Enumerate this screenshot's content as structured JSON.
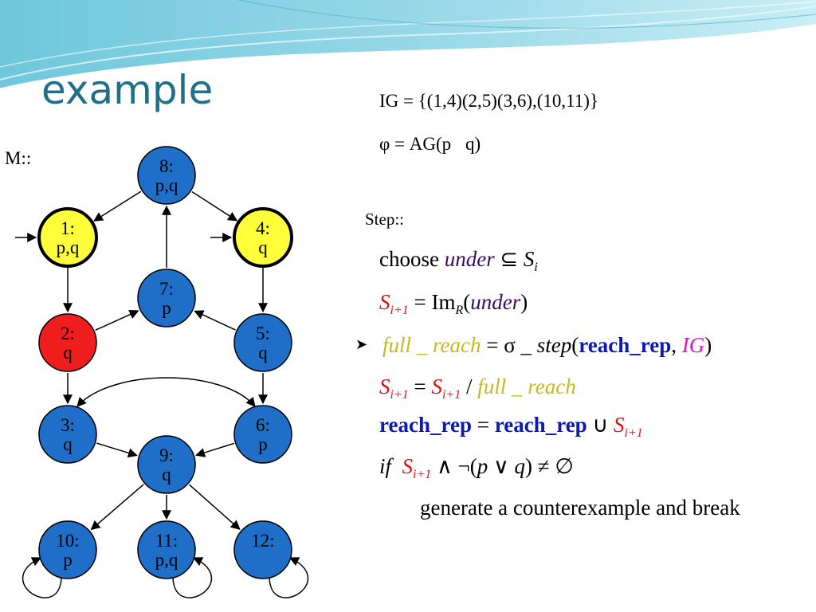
{
  "slide": {
    "title": "example",
    "ig": "IG = {(1,4)(2,5)(3,6),(10,11)}",
    "phi": "φ = AG(p\u0000q)",
    "m_label": "M::",
    "step_label": "Step::"
  },
  "algorithm": {
    "l1": {
      "choose": "choose ",
      "under": "under",
      "subset": " ⊆ ",
      "S": "S",
      "i": "i"
    },
    "l2": {
      "S": "S",
      "sub": "i+1",
      "eq": " = Im",
      "R": "R",
      "open": "(",
      "under": "under",
      "close": ")"
    },
    "l3": {
      "full_reach": "full _ reach",
      "eq": " = σ _ ",
      "step": "step",
      "open": "(",
      "reach_rep": "reach_rep",
      "comma": ", ",
      "IG": "IG",
      "close": ")"
    },
    "l4": {
      "S1": "S",
      "sub1": "i+1",
      "eq": " = ",
      "S2": "S",
      "sub2": "i+1",
      "slash": " / ",
      "full_reach": "full _ reach"
    },
    "l5": {
      "rr1": "reach_rep",
      "eq": " = ",
      "rr2": "reach_rep",
      "union": " ∪ ",
      "S": "S",
      "sub": "i+1"
    },
    "l6": {
      "if": "if",
      "S": "S",
      "sub": "i+1",
      "expr": " ∧ ¬(",
      "p": "p",
      "or": " ∨ ",
      "q": "q",
      "close": ") ≠ ∅"
    },
    "l7": "generate a counterexample and break"
  },
  "colors": {
    "node_blue": "#1f6fc9",
    "node_yellow": "#ffff3a",
    "node_red": "#f01e1e",
    "title": "#1f6f8b"
  },
  "nodes": [
    {
      "id": "8",
      "line1": "8:",
      "line2": "p,q",
      "state": "normal"
    },
    {
      "id": "1",
      "line1": "1:",
      "line2": "p,q",
      "state": "initial"
    },
    {
      "id": "4",
      "line1": "4:",
      "line2": "q",
      "state": "initial"
    },
    {
      "id": "7",
      "line1": "7:",
      "line2": "p",
      "state": "normal"
    },
    {
      "id": "2",
      "line1": "2:",
      "line2": "q",
      "state": "red"
    },
    {
      "id": "5",
      "line1": "5:",
      "line2": "q",
      "state": "normal"
    },
    {
      "id": "3",
      "line1": "3:",
      "line2": "q",
      "state": "normal"
    },
    {
      "id": "6",
      "line1": "6:",
      "line2": "p",
      "state": "normal"
    },
    {
      "id": "9",
      "line1": "9:",
      "line2": "q",
      "state": "normal"
    },
    {
      "id": "10",
      "line1": "10:",
      "line2": "p",
      "state": "normal"
    },
    {
      "id": "11",
      "line1": "11:",
      "line2": "p,q",
      "state": "normal"
    },
    {
      "id": "12",
      "line1": "12:",
      "line2": "",
      "state": "normal"
    }
  ],
  "edges": [
    [
      "8",
      "1"
    ],
    [
      "8",
      "4"
    ],
    [
      "7",
      "8"
    ],
    [
      "1",
      "2"
    ],
    [
      "2",
      "7"
    ],
    [
      "4",
      "5"
    ],
    [
      "5",
      "7"
    ],
    [
      "2",
      "3"
    ],
    [
      "5",
      "6"
    ],
    [
      "3",
      "9"
    ],
    [
      "6",
      "9"
    ],
    [
      "9",
      "10"
    ],
    [
      "9",
      "11"
    ],
    [
      "9",
      "12"
    ],
    [
      "3",
      "6"
    ],
    [
      "6",
      "3"
    ],
    [
      "10",
      "10"
    ],
    [
      "11",
      "11"
    ],
    [
      "12",
      "12"
    ]
  ],
  "initial": [
    "1",
    "4"
  ]
}
